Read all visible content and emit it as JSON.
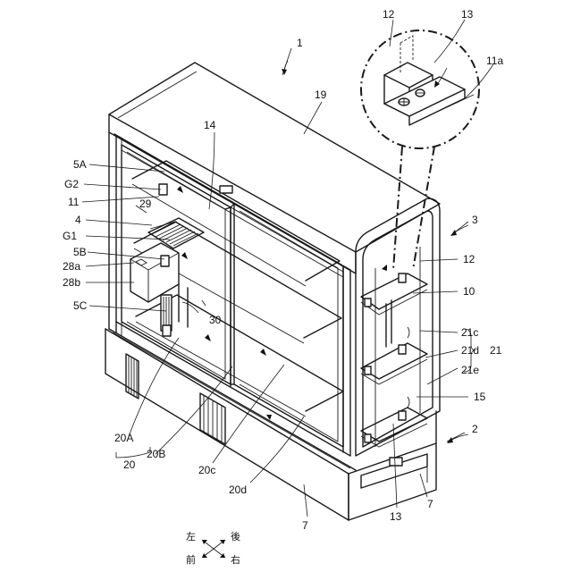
{
  "labels": {
    "case": "1",
    "base_right": "2",
    "side_panel": "3",
    "left_frame": "4",
    "legs": "7",
    "rail": "10",
    "rail_edge": "11",
    "bracket_hole": "11a",
    "bracket": "12",
    "bracket_callout": "12",
    "screw": "13",
    "screw_callout": "13",
    "top_frame": "14",
    "lower_bar": "15",
    "ceiling": "19",
    "doors": "20",
    "door_a": "20A",
    "door_b": "20B",
    "door_c": "20c",
    "door_d": "20d",
    "shelves": "21",
    "shelf_c": "21c",
    "shelf_d": "21d",
    "shelf_e": "21e",
    "pole_top": "29",
    "pole": "30",
    "shelf_5a": "5A",
    "shelf_5b": "5B",
    "shelf_5c": "5C",
    "gap_g1": "G1",
    "gap_g2": "G2",
    "part_28a": "28a",
    "part_28b": "28b"
  },
  "compass": {
    "left": "左",
    "back": "後",
    "front": "前",
    "right": "右"
  }
}
